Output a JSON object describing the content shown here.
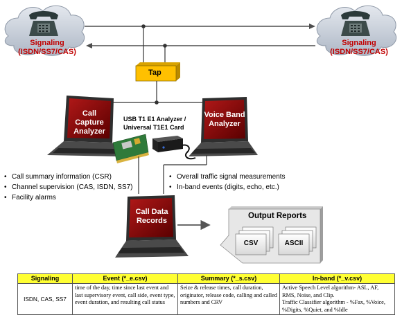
{
  "signaling_left": {
    "line1": "Signaling",
    "line2": "(ISDN/SS7/CAS)"
  },
  "signaling_right": {
    "line1": "Signaling",
    "line2": "(ISDN/SS7/CAS)"
  },
  "tap": {
    "label": "Tap"
  },
  "call_capture": {
    "line1": "Call Capture",
    "line2": "Analyzer"
  },
  "voice_band": {
    "line1": "Voice Band",
    "line2": "Analyzer"
  },
  "usb_card": {
    "line1": "USB T1 E1 Analyzer /",
    "line2": "Universal T1E1 Card"
  },
  "call_data": {
    "line1": "Call Data",
    "line2": "Records"
  },
  "left_bullets": [
    "Call summary information (CSR)",
    "Channel supervision (CAS, ISDN, SS7)",
    "Facility alarms"
  ],
  "right_bullets": [
    "Overall traffic signal measurements",
    "In-band events (digits, echo, etc.)"
  ],
  "output": {
    "title": "Output Reports",
    "csv": "CSV",
    "ascii": "ASCII"
  },
  "table": {
    "headers": [
      "Signaling",
      "Event (*_e.csv)",
      "Summary (*_s.csv)",
      "In-band (*_v.csv)"
    ],
    "row": {
      "signaling": "ISDN, CAS, SS7",
      "event": "time of the day, time since last event and last supervisory event, call side, event type, event duration, and resulting call status",
      "summary": "Seize & release times, call duration, originator, release code, calling and called numbers and CRV",
      "inband_1": "Active Speech Level algorithm- ASL, AF, RMS, Noise, and Clip.",
      "inband_2": "Traffic Classifier algorithm - %Fax, %Voice, %Digits, %Quiet, and %Idle"
    }
  },
  "colors": {
    "cloud": "#c8d0dc",
    "tap": "#ffc000",
    "screen": "#8b0000",
    "label_red": "#c00000",
    "header_yellow": "#ffff33"
  }
}
